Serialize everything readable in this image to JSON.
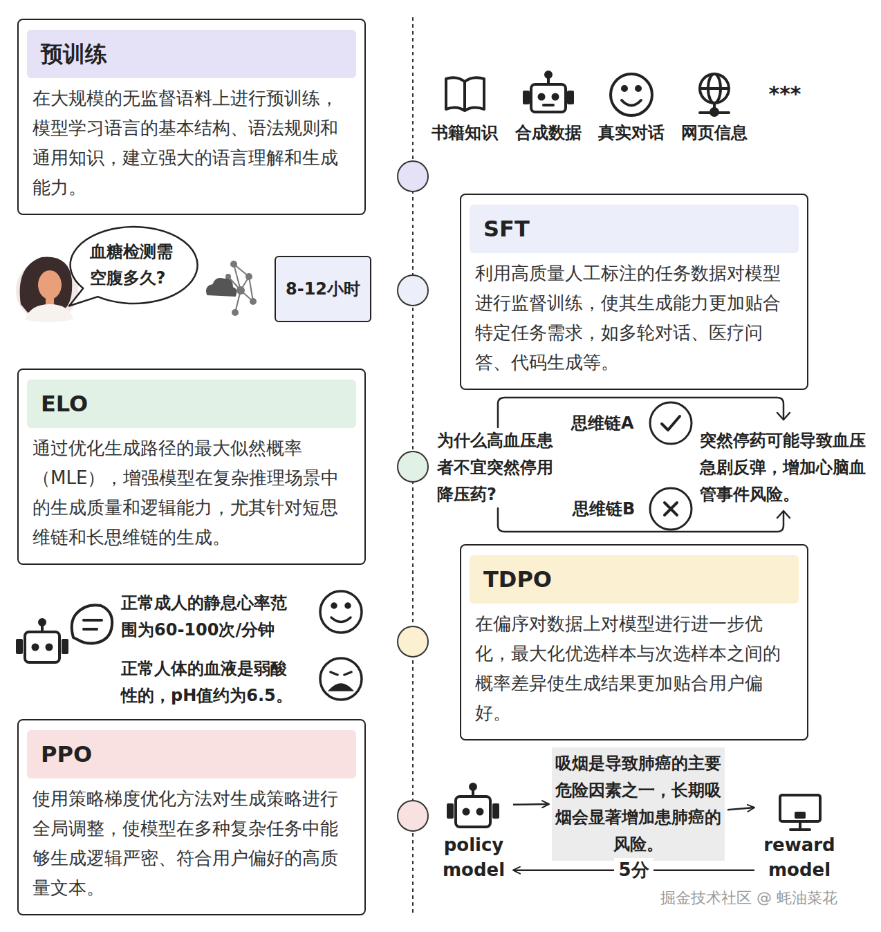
{
  "diagram": {
    "nodes": [
      {
        "text": [
          "预训练",
          "在大规模的无监督语料上进行预训练，模型学习语言的基本结构、语法规则和通用知识，建立强大的语言理解和生成能力。"
        ]
      },
      {
        "text": [
          "SFT",
          "利用高质量人工标注的任务数据对模型进行监督训练，使其生成能力更加贴合特定任务需求，如多轮对话、医疗问答、代码生成等。"
        ]
      },
      {
        "text": [
          "血糖检测需空腹多久?"
        ]
      },
      {
        "text": [
          "8-12小时"
        ]
      },
      {
        "text": [
          "ELO",
          "通过优化生成路径的最大似然概率（MLE），增强模型在复杂推理场景中的生成质量和逻辑能力，尤其针对短思维链和长思维链的生成。"
        ]
      },
      {
        "text": [
          "TDPO",
          "在偏序对数据上对模型进行进一步优化，最大化优选样本与次选样本之间的概率差异使生成结果更加贴合用户偏好。"
        ]
      },
      {
        "text": [
          "PPO",
          "使用策略梯度优化方法对生成策略进行全局调整，使模型在多种复杂任务中能够生成逻辑严密、符合用户偏好的高质量文本。"
        ]
      },
      {
        "text": [
          "吸烟是导致肺癌的主要危险因素之一，长期吸烟会显著增加患肺癌的风险。"
        ]
      },
      {
        "text": [
          "policy model"
        ]
      },
      {
        "text": [
          "reward model"
        ]
      }
    ],
    "edges": [
      {
        "from": 8,
        "to": 7,
        "arrow": "to"
      },
      {
        "from": 7,
        "to": 9,
        "arrow": "to"
      },
      {
        "from": 9,
        "to": 8,
        "label": "5分",
        "arrow": "to"
      }
    ],
    "labels": [
      "书籍知识",
      "合成数据",
      "真实对话",
      "网页信息",
      "***",
      "为什么高血压患者不宜突然停用降压药?",
      "思维链A",
      "思维链B",
      "突然停药可能导致血压急剧反弹，增加心脑血管事件风险。",
      "正常成人的静息心率范围为60-100次/分钟",
      "正常人体的血液是弱酸性的，pH值约为6.5。",
      "掘金技术社区 @ 蚝油菜花"
    ]
  }
}
